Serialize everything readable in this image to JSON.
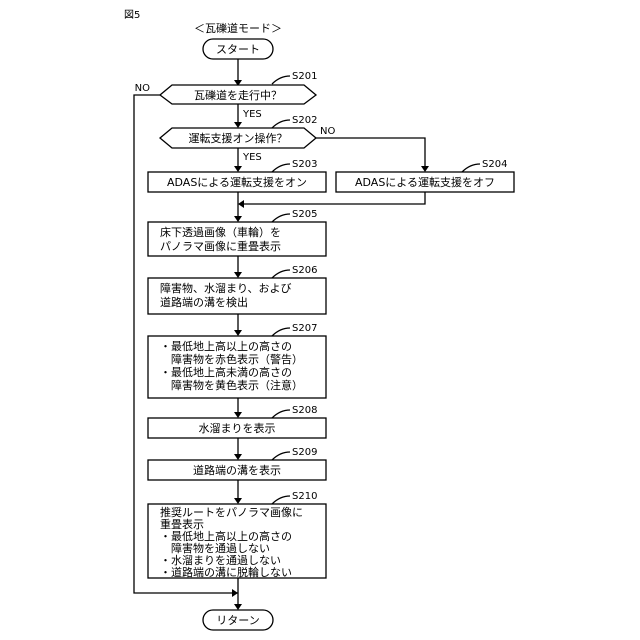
{
  "figure_label": "図5",
  "mode_title": "＜瓦礫道モード＞",
  "start": "スタート",
  "end": "リターン",
  "steps": {
    "s201": {
      "id": "S201",
      "text": "瓦礫道を走行中？"
    },
    "s202": {
      "id": "S202",
      "text": "運転支援オン操作？"
    },
    "s203": {
      "id": "S203",
      "text": "ADASによる運転支援をオン"
    },
    "s204": {
      "id": "S204",
      "text": "ADASによる運転支援をオフ"
    },
    "s205": {
      "id": "S205",
      "lines": [
        "床下透過画像（車輪）を",
        "パノラマ画像に重畳表示"
      ]
    },
    "s206": {
      "id": "S206",
      "lines": [
        "障害物、水溜まり、および",
        "道路端の溝を検出"
      ]
    },
    "s207": {
      "id": "S207",
      "lines": [
        "・最低地上高以上の高さの",
        "　障害物を赤色表示（警告）",
        "・最低地上高未満の高さの",
        "　障害物を黄色表示（注意）"
      ]
    },
    "s208": {
      "id": "S208",
      "text": "水溜まりを表示"
    },
    "s209": {
      "id": "S209",
      "text": "道路端の溝を表示"
    },
    "s210": {
      "id": "S210",
      "lines": [
        "推奨ルートをパノラマ画像に",
        "重畳表示",
        "・最低地上高以上の高さの",
        "　障害物を通過しない",
        "・水溜まりを通過しない",
        "・道路端の溝に脱輪しない"
      ]
    }
  },
  "branch_labels": {
    "yes1": "YES",
    "no1": "NO",
    "yes2": "YES",
    "no2": "NO"
  }
}
